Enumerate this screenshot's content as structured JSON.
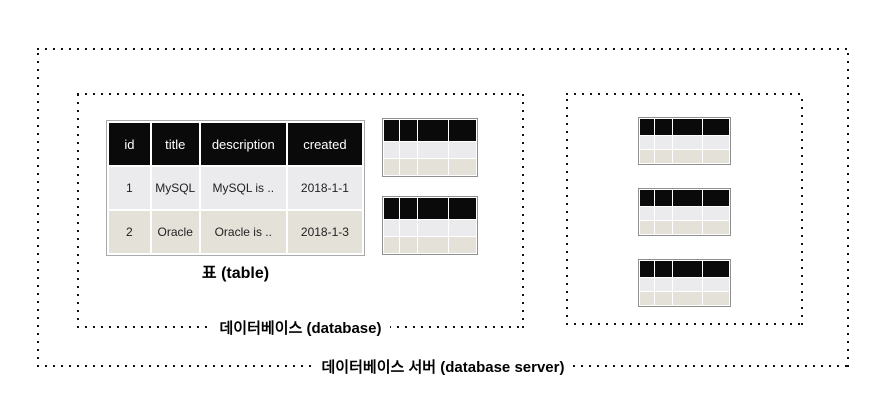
{
  "outer_box": {
    "label": "데이터베이스 서버 (database server)"
  },
  "left_db_box": {
    "label": "데이터베이스 (database)"
  },
  "right_db_box": {},
  "main_table": {
    "caption": "표 (table)",
    "columns": [
      "id",
      "title",
      "description",
      "created"
    ],
    "col_widths_pct": [
      16.5,
      19,
      34.5,
      30
    ],
    "rows": [
      [
        "1",
        "MySQL",
        "MySQL is ..",
        "2018-1-1"
      ],
      [
        "2",
        "Oracle",
        "Oracle is ..",
        "2018-1-3"
      ]
    ]
  },
  "mini_tables": {
    "left_count": 2,
    "right_count": 3,
    "columns": 4,
    "col_widths_pct": [
      16.5,
      19,
      34.5,
      30
    ],
    "body_rows": 2
  },
  "colors": {
    "header_bg": "#0a0a0a",
    "header_text": "#ffffff",
    "row_odd_bg": "#ebebed",
    "row_even_bg": "#e4e1d8",
    "dot_color": "#111111",
    "table_border": "#a9a9a9"
  }
}
